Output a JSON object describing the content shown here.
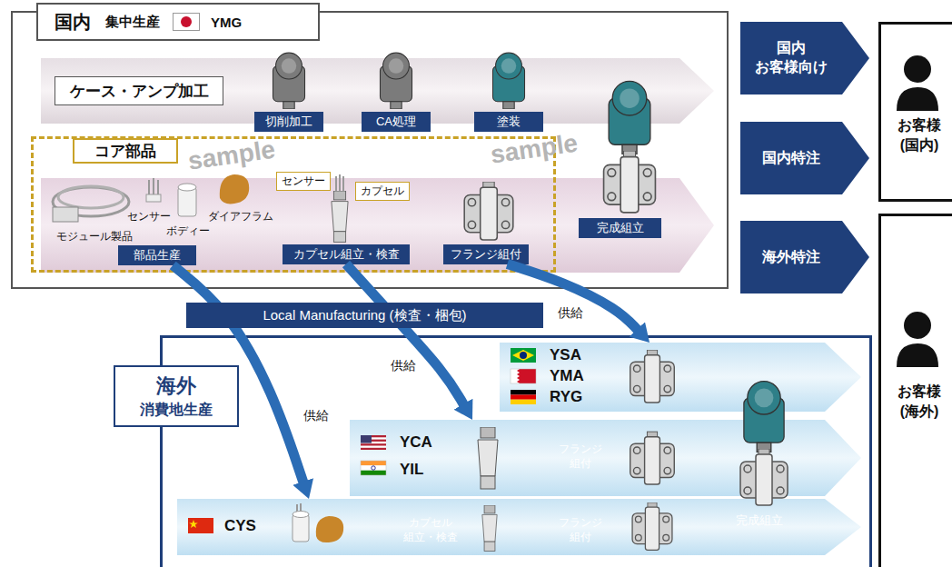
{
  "diagram": {
    "nodes": [
      {
        "text": [
          "国内",
          "集中生産",
          "YMG"
        ]
      },
      {
        "text": [
          "ケース・アンプ加工"
        ],
        "in": 0
      },
      {
        "text": [
          "切削加工"
        ],
        "in": 0
      },
      {
        "text": [
          "CA処理"
        ],
        "in": 0
      },
      {
        "text": [
          "塗装"
        ],
        "in": 0
      },
      {
        "text": [
          "コア部品"
        ],
        "in": 0
      },
      {
        "text": [
          "部品生産"
        ],
        "in": 5
      },
      {
        "text": [
          "センサー"
        ],
        "in": 5
      },
      {
        "text": [
          "カプセル"
        ],
        "in": 5
      },
      {
        "text": [
          "カプセル組立・検査"
        ],
        "in": 5
      },
      {
        "text": [
          "フランジ組付"
        ],
        "in": 5
      },
      {
        "text": [
          "完成組立"
        ],
        "in": 0
      },
      {
        "text": [
          "国内 お客様向け"
        ]
      },
      {
        "text": [
          "国内特注"
        ]
      },
      {
        "text": [
          "海外特注"
        ]
      },
      {
        "text": [
          "お客様 (国内)"
        ]
      },
      {
        "text": [
          "お客様 (海外)"
        ]
      },
      {
        "text": [
          "Local Manufacturing (検査・梱包)"
        ]
      },
      {
        "text": [
          "海外",
          "消費地生産"
        ]
      },
      {
        "text": [
          "YSA",
          "YMA",
          "RYG"
        ],
        "in": 18
      },
      {
        "text": [
          "YCA",
          "YIL"
        ],
        "in": 18
      },
      {
        "text": [
          "フランジ 組付"
        ],
        "in": 20
      },
      {
        "text": [
          "CYS"
        ],
        "in": 18
      },
      {
        "text": [
          "カプセル 組立・検査"
        ],
        "in": 22
      },
      {
        "text": [
          "フランジ 組付"
        ],
        "in": 22
      },
      {
        "text": [
          "完成組立"
        ],
        "in": 22
      }
    ],
    "edges": [
      {
        "from": 6,
        "to": 22,
        "label": "供給",
        "arrow": "to"
      },
      {
        "from": 9,
        "to": 20,
        "label": "供給",
        "arrow": "to"
      },
      {
        "from": 10,
        "to": 19,
        "label": "供給",
        "arrow": "to"
      }
    ],
    "labels": [
      "モジュール製品",
      "センサー",
      "ボディー",
      "ダイアフラム",
      "sample",
      "sample"
    ]
  }
}
